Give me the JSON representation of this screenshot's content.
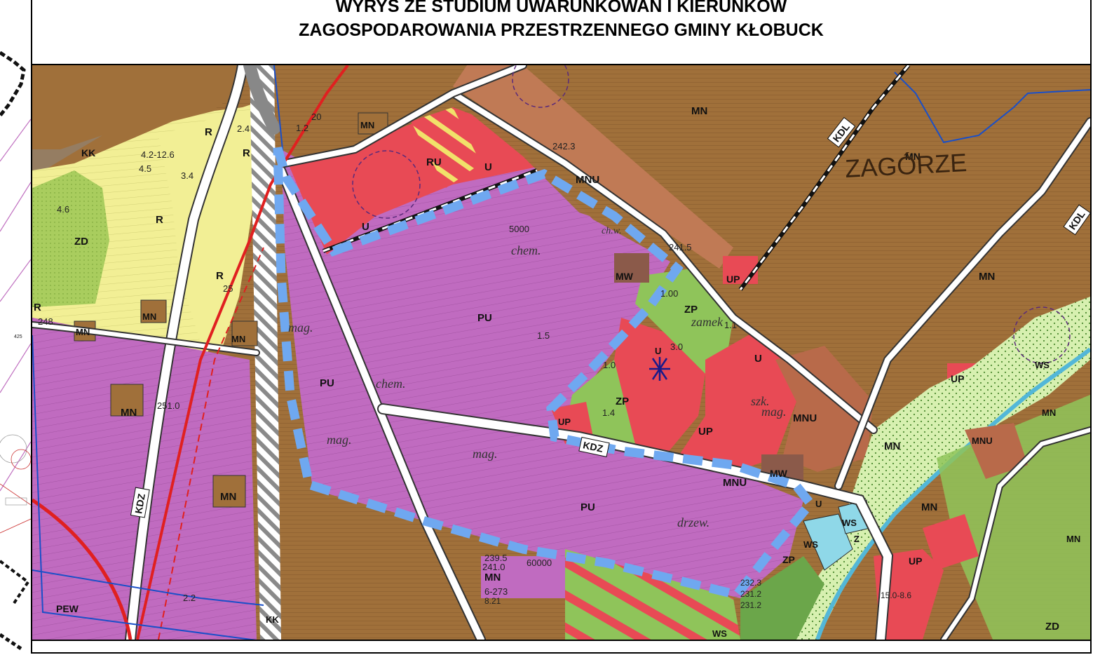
{
  "title": {
    "line1": "WYRYS ZE STUDIUM UWARUNKOWAŃ I KIERUNKÓW",
    "line2": "ZAGOSPODAROWANIA PRZESTRZENNEGO GMINY KŁOBUCK"
  },
  "colors": {
    "residential_MN": "#a0703a",
    "industrial_PU": "#c06bc0",
    "service_U": "#e84a55",
    "greenery_ZP": "#8fc45a",
    "agricultural_R": "#f2f09a",
    "allotments_ZD": "#a8d060",
    "water_WS": "#8fd8e8",
    "mixed_MNU": "#b86a4a",
    "boundary_highlight": "#6fa8f0"
  },
  "map": {
    "place_name": "ZAGÓRZE",
    "zone_labels": [
      {
        "id": "mn-top",
        "text": "MN"
      },
      {
        "id": "mn-zagorze",
        "text": "MN"
      },
      {
        "id": "mn-right1",
        "text": "MN"
      },
      {
        "id": "mn-right2",
        "text": "MN"
      },
      {
        "id": "mn-right3",
        "text": "MN"
      },
      {
        "id": "mn-right4",
        "text": "MN"
      },
      {
        "id": "mn-bottom",
        "text": "MN"
      },
      {
        "id": "mn-left1",
        "text": "MN"
      },
      {
        "id": "mn-left2",
        "text": "MN"
      },
      {
        "id": "mn-left3",
        "text": "MN"
      },
      {
        "id": "mn-left4",
        "text": "MN"
      },
      {
        "id": "mn-top2",
        "text": "MN"
      },
      {
        "id": "mn-top3",
        "text": "MN"
      },
      {
        "id": "mn-right5",
        "text": "MN"
      },
      {
        "id": "mnu-1",
        "text": "MNU"
      },
      {
        "id": "mnu-2",
        "text": "MNU"
      },
      {
        "id": "mnu-3",
        "text": "MNU"
      },
      {
        "id": "mnu-4",
        "text": "MNU"
      },
      {
        "id": "pu-1",
        "text": "PU"
      },
      {
        "id": "pu-2",
        "text": "PU"
      },
      {
        "id": "pu-3",
        "text": "PU"
      },
      {
        "id": "u-1",
        "text": "U"
      },
      {
        "id": "u-2",
        "text": "U"
      },
      {
        "id": "u-3",
        "text": "U"
      },
      {
        "id": "u-4",
        "text": "U"
      },
      {
        "id": "u-5",
        "text": "U"
      },
      {
        "id": "ru-1",
        "text": "RU"
      },
      {
        "id": "up-1",
        "text": "UP"
      },
      {
        "id": "up-2",
        "text": "UP"
      },
      {
        "id": "up-3",
        "text": "UP"
      },
      {
        "id": "up-4",
        "text": "UP"
      },
      {
        "id": "up-5",
        "text": "UP"
      },
      {
        "id": "zp-1",
        "text": "ZP"
      },
      {
        "id": "zp-2",
        "text": "ZP"
      },
      {
        "id": "zp-3",
        "text": "ZP"
      },
      {
        "id": "mw-1",
        "text": "MW"
      },
      {
        "id": "mw-2",
        "text": "MW"
      },
      {
        "id": "zd-1",
        "text": "ZD"
      },
      {
        "id": "zd-2",
        "text": "ZD"
      },
      {
        "id": "ws-1",
        "text": "WS"
      },
      {
        "id": "ws-2",
        "text": "WS"
      },
      {
        "id": "ws-3",
        "text": "WS"
      },
      {
        "id": "ws-4",
        "text": "WS"
      },
      {
        "id": "r-1",
        "text": "R"
      },
      {
        "id": "r-2",
        "text": "R"
      },
      {
        "id": "r-3",
        "text": "R"
      },
      {
        "id": "r-4",
        "text": "R"
      },
      {
        "id": "r-5",
        "text": "R"
      },
      {
        "id": "kk-1",
        "text": "KK"
      },
      {
        "id": "kk-2",
        "text": "KK"
      },
      {
        "id": "pew-1",
        "text": "PEW"
      },
      {
        "id": "z-1",
        "text": "Z"
      }
    ],
    "road_labels": [
      {
        "id": "kdz-left",
        "text": "KDZ"
      },
      {
        "id": "kdz-mid",
        "text": "KDZ"
      },
      {
        "id": "kdl-top",
        "text": "KDL"
      },
      {
        "id": "kdl-right",
        "text": "KDL"
      }
    ],
    "small_labels": [
      {
        "id": "n-5000",
        "text": "5000"
      },
      {
        "id": "n-2423",
        "text": "242.3"
      },
      {
        "id": "n-2415",
        "text": "241.5"
      },
      {
        "id": "n-2410",
        "text": "241.0"
      },
      {
        "id": "n-2395",
        "text": "239.5"
      },
      {
        "id": "n-6273",
        "text": "6-273"
      },
      {
        "id": "n-60000",
        "text": "60000"
      },
      {
        "id": "n-821",
        "text": "8.21"
      },
      {
        "id": "n-2510",
        "text": "251.0"
      },
      {
        "id": "n-248",
        "text": "248."
      },
      {
        "id": "n-4212",
        "text": "4.2-12.6"
      },
      {
        "id": "n-45",
        "text": "4.5"
      },
      {
        "id": "n-34",
        "text": "3.4"
      },
      {
        "id": "n-12",
        "text": "1.2"
      },
      {
        "id": "n-24",
        "text": "2.4"
      },
      {
        "id": "n-20",
        "text": "20"
      },
      {
        "id": "n-46",
        "text": "4.6"
      },
      {
        "id": "n-15",
        "text": "1.5"
      },
      {
        "id": "n-30",
        "text": "3.0"
      },
      {
        "id": "n-100",
        "text": "1.00"
      },
      {
        "id": "n-11",
        "text": "1.1"
      },
      {
        "id": "n-14",
        "text": "1.4"
      },
      {
        "id": "n-10",
        "text": "1.0"
      },
      {
        "id": "n-22",
        "text": "2.2"
      },
      {
        "id": "n-25",
        "text": "25"
      },
      {
        "id": "n-425",
        "text": "425"
      },
      {
        "id": "n-2323",
        "text": "232.3"
      },
      {
        "id": "n-2312",
        "text": "231.2"
      },
      {
        "id": "n-2312b",
        "text": "231.2"
      },
      {
        "id": "n-1509",
        "text": "15.0-8.6"
      }
    ],
    "italic_labels": [
      {
        "id": "chem-1",
        "text": "chem."
      },
      {
        "id": "chem-2",
        "text": "chem."
      },
      {
        "id": "mag-1",
        "text": "mag."
      },
      {
        "id": "mag-2",
        "text": "mag."
      },
      {
        "id": "mag-3",
        "text": "mag."
      },
      {
        "id": "mag-4",
        "text": "mag."
      },
      {
        "id": "zamek",
        "text": "zamek"
      },
      {
        "id": "drzew",
        "text": "drzew."
      },
      {
        "id": "szk",
        "text": "szk."
      },
      {
        "id": "chw",
        "text": "ch.w."
      }
    ]
  }
}
